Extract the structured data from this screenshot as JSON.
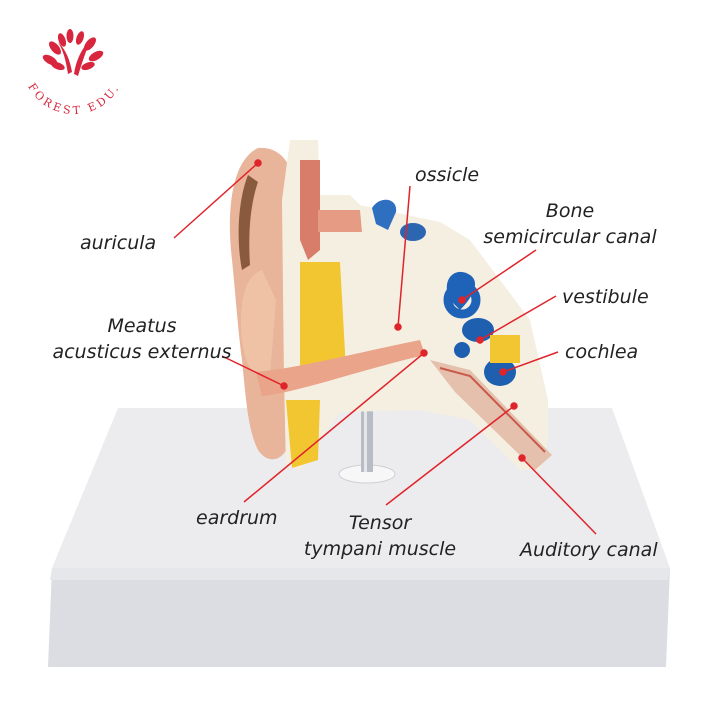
{
  "brand": {
    "name": "FOREST EDU.",
    "color": "#d7263d"
  },
  "leader_color": "#e0242b",
  "labels": {
    "ossicle": "ossicle",
    "bone_line1": "Bone",
    "bone_line2": "semicircular canal",
    "auricula": "auricula",
    "vestibule": "vestibule",
    "meatus_line1": "Meatus",
    "meatus_line2": "acusticus externus",
    "cochlea": "cochlea",
    "eardrum": "eardrum",
    "tensor_line1": "Tensor",
    "tensor_line2": "tympani muscle",
    "auditory_canal": "Auditory canal"
  }
}
